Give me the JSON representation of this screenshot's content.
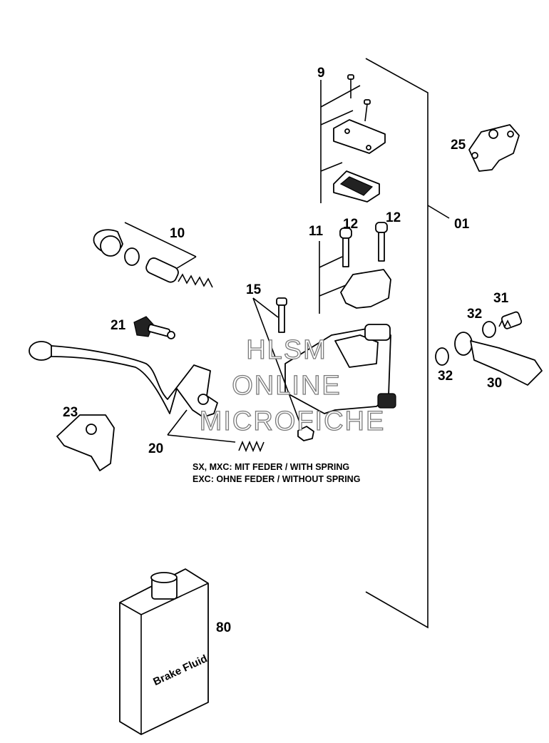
{
  "callouts": {
    "c9": "9",
    "c25": "25",
    "c01": "01",
    "c10": "10",
    "c11": "11",
    "c12a": "12",
    "c12b": "12",
    "c15": "15",
    "c31": "31",
    "c32a": "32",
    "c32b": "32",
    "c30": "30",
    "c21": "21",
    "c23": "23",
    "c20": "20",
    "c80": "80"
  },
  "notes": {
    "line1": "SX, MXC: MIT FEDER / WITH SPRING",
    "line2": "EXC: OHNE FEDER / WITHOUT SPRING"
  },
  "bottle_label": "Brake Fluid",
  "watermark": {
    "line1": "HLSM",
    "line2": "ONLINE",
    "line3": "MICROFICHE"
  }
}
